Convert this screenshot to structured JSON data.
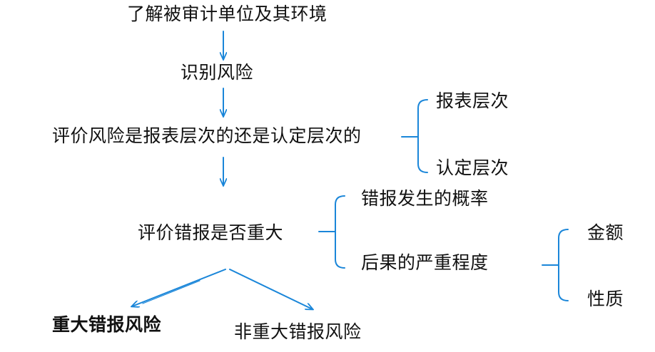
{
  "colors": {
    "connector": "#1a86d9",
    "text": "#111111"
  },
  "nodes": {
    "understand_entity": "了解被审计单位及其环境",
    "identify_risk": "识别风险",
    "assess_level": "评价风险是报表层次的还是认定层次的",
    "statement_level": "报表层次",
    "assertion_level": "认定层次",
    "assess_material": "评价错报是否重大",
    "probability": "错报发生的概率",
    "severity": "后果的严重程度",
    "amount": "金额",
    "nature": "性质",
    "material_risk": "重大错报风险",
    "non_material_risk": "非重大错报风险"
  }
}
